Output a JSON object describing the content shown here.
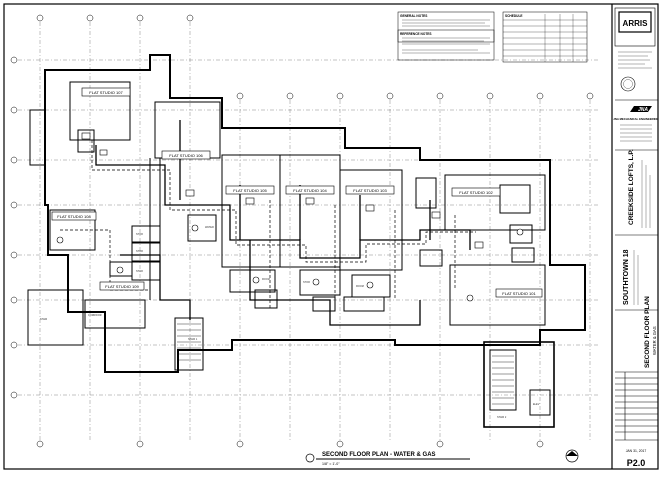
{
  "drawing": {
    "title": "SECOND FLOOR PLAN - WATER & GAS",
    "scale": "1/8\" = 1'-0\"",
    "sheet_number": "P2.0"
  },
  "notes": {
    "general_header": "GENERAL NOTES",
    "reference_header": "REFERENCE NOTES",
    "schedule_header": "SCHEDULE"
  },
  "title_block": {
    "architect_logo": "ARRIS",
    "engineer_logo": "JNA",
    "engineer_name": "JNA MECHANICAL ENGINEERING",
    "project_name": "SOUTHTOWN 18",
    "owner_name": "CREEKSIDE LOFTS, L.P.",
    "sheet_title": "SECOND FLOOR PLAN",
    "sheet_subtitle": "WATER & GAS",
    "date": "JAN 31, 2017",
    "sheet_number": "P2.0"
  },
  "units": [
    {
      "label": "FLAT STUDIO 107"
    },
    {
      "label": "FLAT STUDIO 106"
    },
    {
      "label": "FLAT STUDIO 105"
    },
    {
      "label": "FLAT STUDIO 104"
    },
    {
      "label": "FLAT STUDIO 103"
    },
    {
      "label": "FLAT STUDIO 102"
    },
    {
      "label": "FLAT STUDIO 108"
    },
    {
      "label": "FLAT STUDIO 109"
    },
    {
      "label": "FLAT STUDIO 101"
    }
  ]
}
